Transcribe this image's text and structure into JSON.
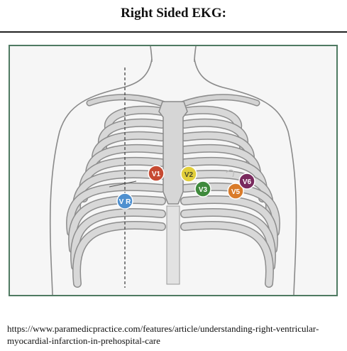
{
  "title": "Right Sided EKG:",
  "diagram": {
    "leads": [
      {
        "label": "V1",
        "color": "#c64a32"
      },
      {
        "label": "V2",
        "color": "#e2cf3c"
      },
      {
        "label": "V3",
        "color": "#3f8a3c"
      },
      {
        "label": "V5",
        "color": "#d97b2a"
      },
      {
        "label": "V6",
        "color": "#7a2a5e"
      },
      {
        "label": "V R",
        "color": "#4f90cf"
      }
    ]
  },
  "source_url": "https://www.paramedicpractice.com/features/article/understanding-right-ventricular-myocardial-infarction-in-prehospital-care"
}
